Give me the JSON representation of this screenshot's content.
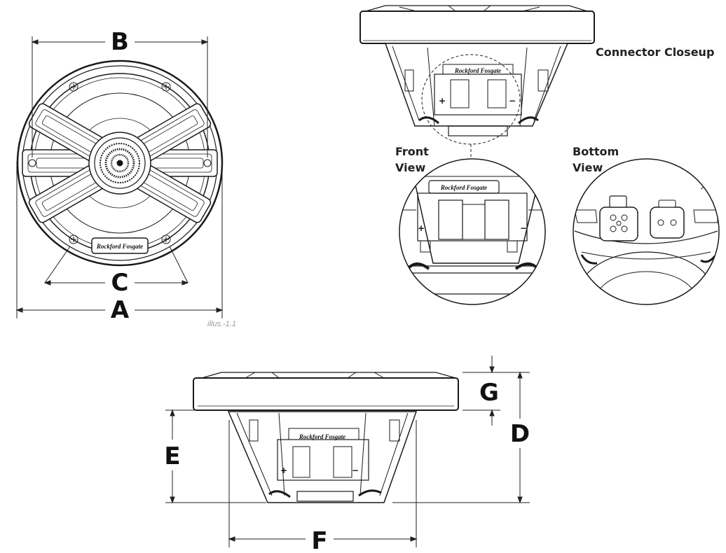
{
  "dimensions": {
    "a": "A",
    "b": "B",
    "c": "C",
    "d": "D",
    "e": "E",
    "f": "F",
    "g": "G"
  },
  "captions": {
    "connector_closeup": "Connector Closeup",
    "front_view_line1": "Front",
    "front_view_line2": "View",
    "bottom_view_line1": "Bottom",
    "bottom_view_line2": "View",
    "illustration_id": "illus.-1.1"
  },
  "terminals": {
    "positive": "+",
    "negative": "−"
  },
  "brand_logo": "Rockford Fosgate"
}
